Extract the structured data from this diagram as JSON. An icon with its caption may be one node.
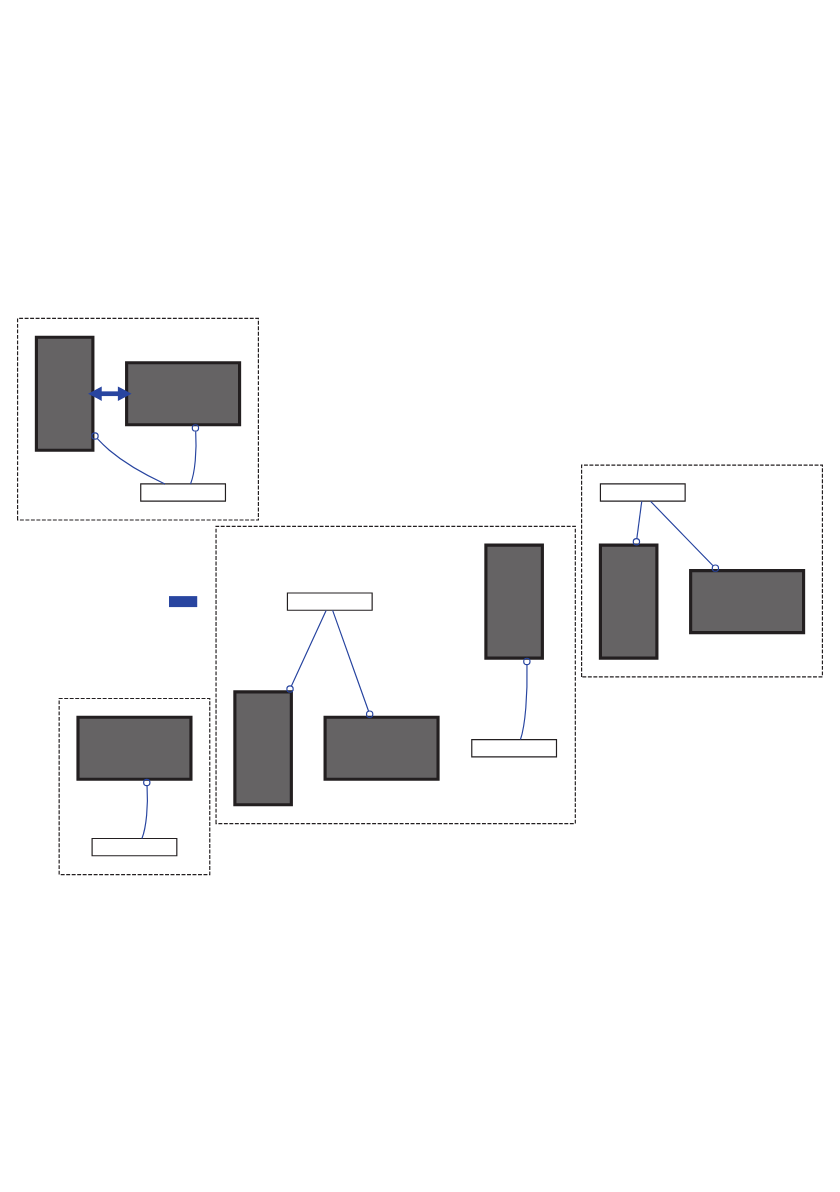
{
  "diagram": {
    "nodes": [
      {
        "text": [],
        "shape": "box"
      },
      {
        "text": [],
        "shape": "box",
        "in": 0
      },
      {
        "text": [],
        "shape": "box",
        "in": 0
      },
      {
        "text": [],
        "shape": "box",
        "in": 0
      },
      {
        "text": [],
        "shape": "box"
      },
      {
        "text": [],
        "shape": "box",
        "in": 4
      },
      {
        "text": [],
        "shape": "box",
        "in": 4
      },
      {
        "text": [],
        "shape": "box",
        "in": 4
      },
      {
        "text": [],
        "shape": "box"
      },
      {
        "text": [],
        "shape": "box"
      },
      {
        "text": [],
        "shape": "box",
        "in": 9
      },
      {
        "text": [],
        "shape": "box",
        "in": 9
      },
      {
        "text": [],
        "shape": "box"
      },
      {
        "text": [],
        "shape": "box",
        "in": 12
      },
      {
        "text": [],
        "shape": "box",
        "in": 12
      },
      {
        "text": [],
        "shape": "box",
        "in": 12
      },
      {
        "text": [],
        "shape": "box",
        "in": 12
      },
      {
        "text": [],
        "shape": "box",
        "in": 12
      }
    ],
    "edges": [
      {
        "from": 1,
        "to": 2,
        "arrow": "both",
        "style": "thick"
      },
      {
        "from": 3,
        "to": 1,
        "arrow": "other"
      },
      {
        "from": 3,
        "to": 2,
        "arrow": "other"
      },
      {
        "from": 6,
        "to": 5,
        "arrow": "other"
      },
      {
        "from": 6,
        "to": 7,
        "arrow": "other"
      },
      {
        "from": 11,
        "to": 10,
        "arrow": "other"
      },
      {
        "from": 14,
        "to": 13,
        "arrow": "other"
      },
      {
        "from": 14,
        "to": 15,
        "arrow": "other"
      },
      {
        "from": 17,
        "to": 16,
        "arrow": "other"
      }
    ]
  }
}
